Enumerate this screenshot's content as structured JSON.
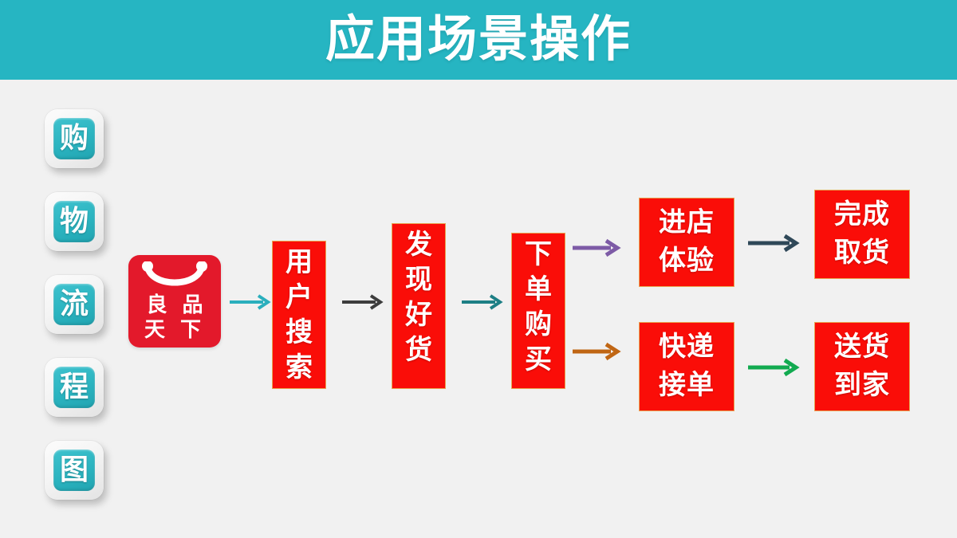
{
  "header": {
    "title": "应用场景操作",
    "band_color": "#26b5c2",
    "title_color": "#ffffff"
  },
  "canvas": {
    "background_color": "#f1f1f1"
  },
  "sidebar": {
    "label": "购物流程图",
    "tile_color": "#2bb4c0",
    "items": [
      {
        "char": "购",
        "name": "sidebar-tile-gou"
      },
      {
        "char": "物",
        "name": "sidebar-tile-wu"
      },
      {
        "char": "流",
        "name": "sidebar-tile-liu"
      },
      {
        "char": "程",
        "name": "sidebar-tile-cheng"
      },
      {
        "char": "图",
        "name": "sidebar-tile-tu"
      }
    ]
  },
  "brand": {
    "name": "良品天下",
    "line1": "良 品",
    "line2": "天 下",
    "icon": "shopping-bag-icon",
    "color": "#e3192b"
  },
  "flow": {
    "box_fill": "#fa0d08",
    "box_border": "#e8a451",
    "box_text_color": "#ffffff",
    "steps": [
      {
        "id": "user-search",
        "text": "用户搜索",
        "chars": [
          "用",
          "户",
          "搜",
          "索"
        ],
        "layout": "vertical"
      },
      {
        "id": "find-goods",
        "text": "发现好货",
        "chars": [
          "发",
          "现",
          "好",
          "货"
        ],
        "layout": "vertical"
      },
      {
        "id": "place-order",
        "text": "下单购买",
        "chars": [
          "下",
          "单",
          "购",
          "买"
        ],
        "layout": "vertical"
      },
      {
        "id": "store-visit",
        "text": "进店体验",
        "rows": [
          "进店",
          "体验"
        ],
        "layout": "grid",
        "branch": "in-store"
      },
      {
        "id": "pickup",
        "text": "完成取货",
        "rows": [
          "完成",
          "取货"
        ],
        "layout": "grid",
        "branch": "in-store"
      },
      {
        "id": "courier",
        "text": "快递接单",
        "rows": [
          "快递",
          "接单"
        ],
        "layout": "grid",
        "branch": "delivery"
      },
      {
        "id": "delivery",
        "text": "送货到家",
        "rows": [
          "送货",
          "到家"
        ],
        "layout": "grid",
        "branch": "delivery"
      }
    ],
    "arrows": [
      {
        "id": "logo-to-search",
        "from": "良品天下",
        "to": "用户搜索",
        "color": "#2aafbd"
      },
      {
        "id": "search-to-find",
        "from": "用户搜索",
        "to": "发现好货",
        "color": "#3d3d3d"
      },
      {
        "id": "find-to-order",
        "from": "发现好货",
        "to": "下单购买",
        "color": "#1d7f85"
      },
      {
        "id": "order-to-store",
        "from": "下单购买",
        "to": "进店体验",
        "color": "#7d5ba6"
      },
      {
        "id": "store-to-pickup",
        "from": "进店体验",
        "to": "完成取货",
        "color": "#2f4858"
      },
      {
        "id": "order-to-courier",
        "from": "下单购买",
        "to": "快递接单",
        "color": "#c06614"
      },
      {
        "id": "courier-to-home",
        "from": "快递接单",
        "to": "送货到家",
        "color": "#12aa50"
      }
    ]
  }
}
